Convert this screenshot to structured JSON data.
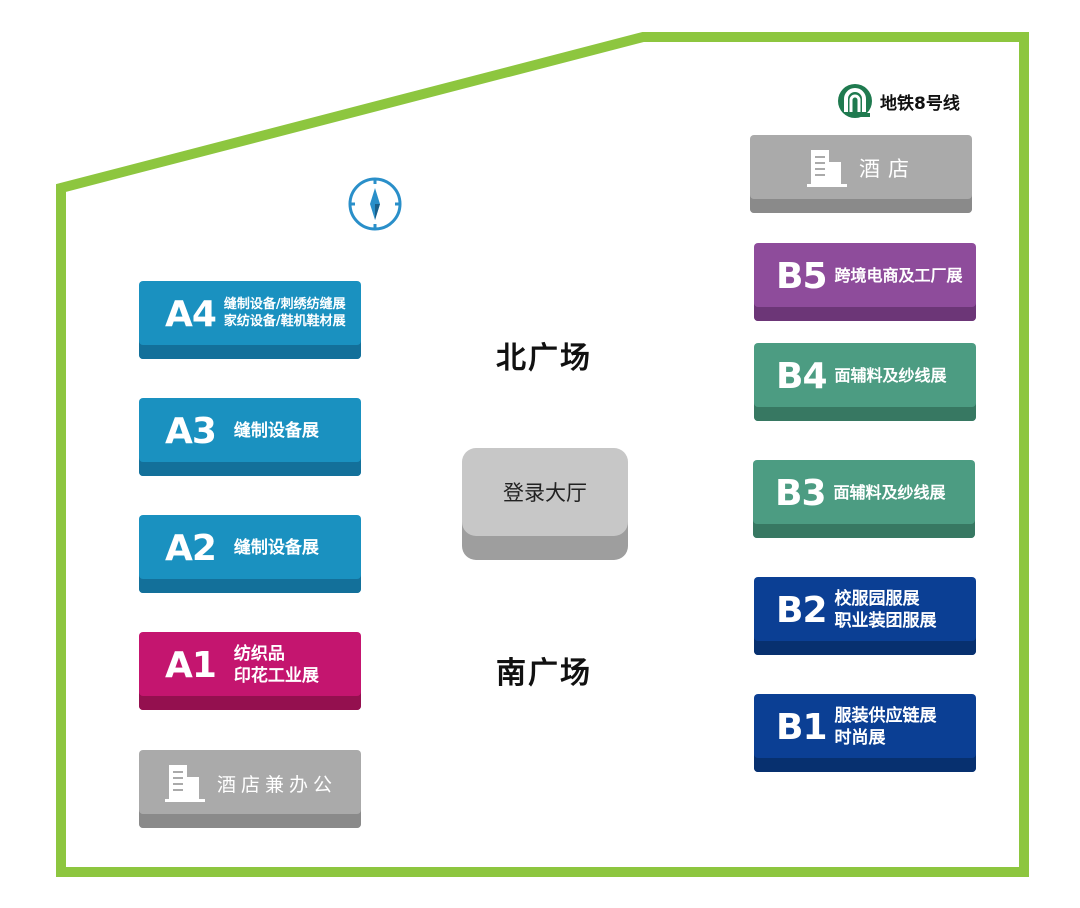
{
  "metro": {
    "label": "地铁8号线",
    "color": "#1f7a4f"
  },
  "plazas": {
    "north": "北广场",
    "south": "南广场"
  },
  "lobby": {
    "label": "登录大厅"
  },
  "colors": {
    "boundary": "#8dc63f",
    "a_blue": "#1a91c0",
    "a1_magenta": "#c4156f",
    "b_purple": "#8e4c9b",
    "b_teal": "#4c9c82",
    "b_navy": "#0b3f94",
    "hotel_gray": "#aaaaaa",
    "compass": "#2a8fc9"
  },
  "halls": {
    "A4": {
      "code": "A4",
      "lines": [
        "缝制设备/刺绣纺缝展",
        "家纺设备/鞋机鞋材展"
      ]
    },
    "A3": {
      "code": "A3",
      "lines": [
        "缝制设备展"
      ]
    },
    "A2": {
      "code": "A2",
      "lines": [
        "缝制设备展"
      ]
    },
    "A1": {
      "code": "A1",
      "lines": [
        "纺织品",
        "印花工业展"
      ]
    },
    "B5": {
      "code": "B5",
      "lines": [
        "跨境电商及工厂展"
      ]
    },
    "B4": {
      "code": "B4",
      "lines": [
        "面辅料及纱线展"
      ]
    },
    "B3": {
      "code": "B3",
      "lines": [
        "面辅料及纱线展"
      ]
    },
    "B2": {
      "code": "B2",
      "lines": [
        "校服园服展",
        "职业装团服展"
      ]
    },
    "B1": {
      "code": "B1",
      "lines": [
        "服装供应链展",
        "时尚展"
      ]
    }
  },
  "hotels": {
    "left": {
      "label": "酒店兼办公",
      "icon": "building-icon"
    },
    "right": {
      "label": "酒店",
      "icon": "building-icon"
    }
  },
  "icons": {
    "compass": "compass-icon",
    "metro": "metro-logo-icon"
  }
}
